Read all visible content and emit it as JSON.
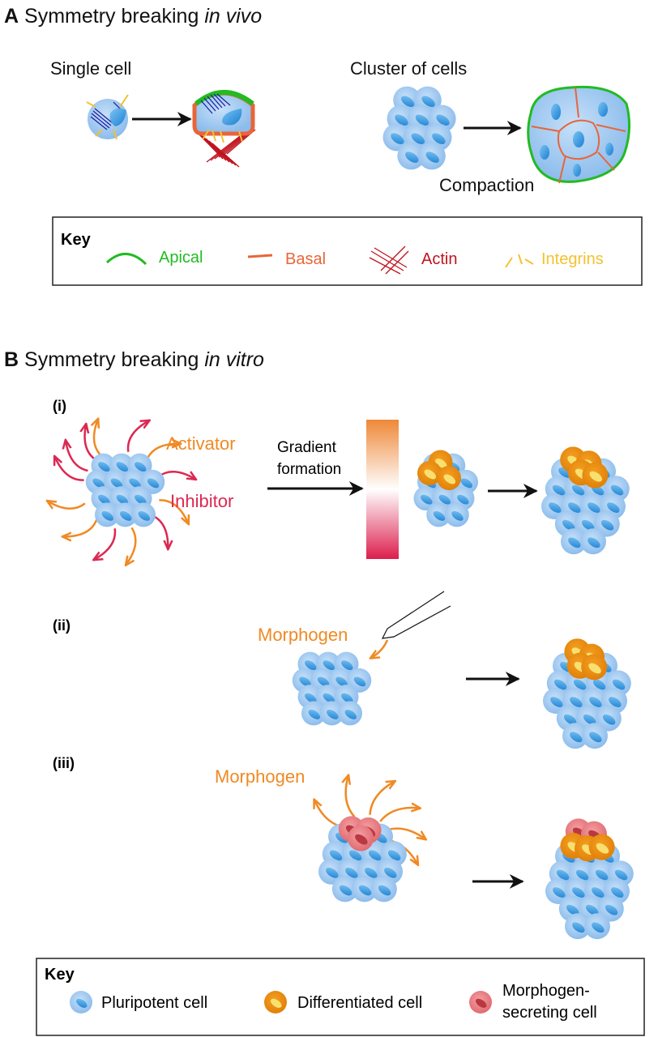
{
  "panel_a": {
    "letter": "A",
    "title_prefix": "Symmetry breaking ",
    "title_italic": "in vivo",
    "single_cell_label": "Single cell",
    "cluster_label": "Cluster of cells",
    "compaction_label": "Compaction",
    "key": {
      "title": "Key",
      "items": [
        {
          "label": "Apical",
          "color": "#22bb22"
        },
        {
          "label": "Basal",
          "color": "#e8653a"
        },
        {
          "label": "Actin",
          "color": "#c0141e"
        },
        {
          "label": "Integrins",
          "color": "#f2c230"
        }
      ]
    }
  },
  "panel_b": {
    "letter": "B",
    "title_prefix": "Symmetry breaking ",
    "title_italic": "in vitro",
    "rows": [
      {
        "label": "(i)",
        "activator": "Activator",
        "inhibitor": "Inhibitor",
        "gradient_line1": "Gradient",
        "gradient_line2": "formation"
      },
      {
        "label": "(ii)",
        "morphogen": "Morphogen"
      },
      {
        "label": "(iii)",
        "morphogen": "Morphogen"
      }
    ],
    "key": {
      "title": "Key",
      "items": [
        {
          "label": "Pluripotent cell",
          "color": "#9cc8f0"
        },
        {
          "label": "Differentiated cell",
          "color": "#ec8a0c"
        },
        {
          "label_line1": "Morphogen-",
          "label_line2": "secreting cell",
          "color": "#ec7a7e"
        }
      ]
    }
  },
  "colors": {
    "activator": "#f08a24",
    "inhibitor": "#dc2852",
    "arrow": "#111111"
  }
}
